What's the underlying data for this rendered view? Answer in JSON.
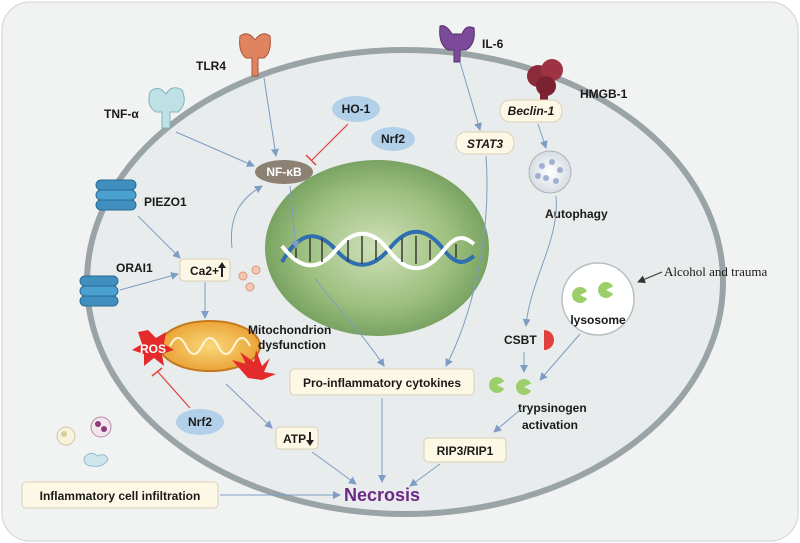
{
  "receptors": {
    "tnfa": "TNF-α",
    "tlr4": "TLR4",
    "il6": "IL-6",
    "hmgb1": "HMGB-1",
    "piezo1": "PIEZO1",
    "orai1": "ORAI1"
  },
  "factors": {
    "ho1": "HO-1",
    "nrf2_top": "Nrf2",
    "nfkb": "NF-κB",
    "stat3": "STAT3",
    "beclin1": "Beclin-1",
    "autophagy": "Autophagy",
    "ca2": "Ca2+",
    "ros": "ROS",
    "mito": "Mitochondrion",
    "mito2": "dysfunction",
    "nrf2_bottom": "Nrf2",
    "atp": "ATP",
    "lysosome": "lysosome",
    "csbt": "CSBT",
    "trypsinogen": "trypsinogen",
    "activation": "activation",
    "rip": "RIP3/RIP1",
    "cytokines": "Pro-inflammatory cytokines",
    "infiltration": "Inflammatory cell infiltration",
    "necrosis": "Necrosis",
    "alcohol": "Alcohol and trauma"
  },
  "colors": {
    "cell_fill": "#e9ecec",
    "membrane": "#9aa3a6",
    "nucleus": "#8fb374",
    "arrow": "#7e9cc4",
    "inhibit": "#e0413c",
    "necrosis": "#6b2a86",
    "box_fill": "#fdf7e6"
  }
}
